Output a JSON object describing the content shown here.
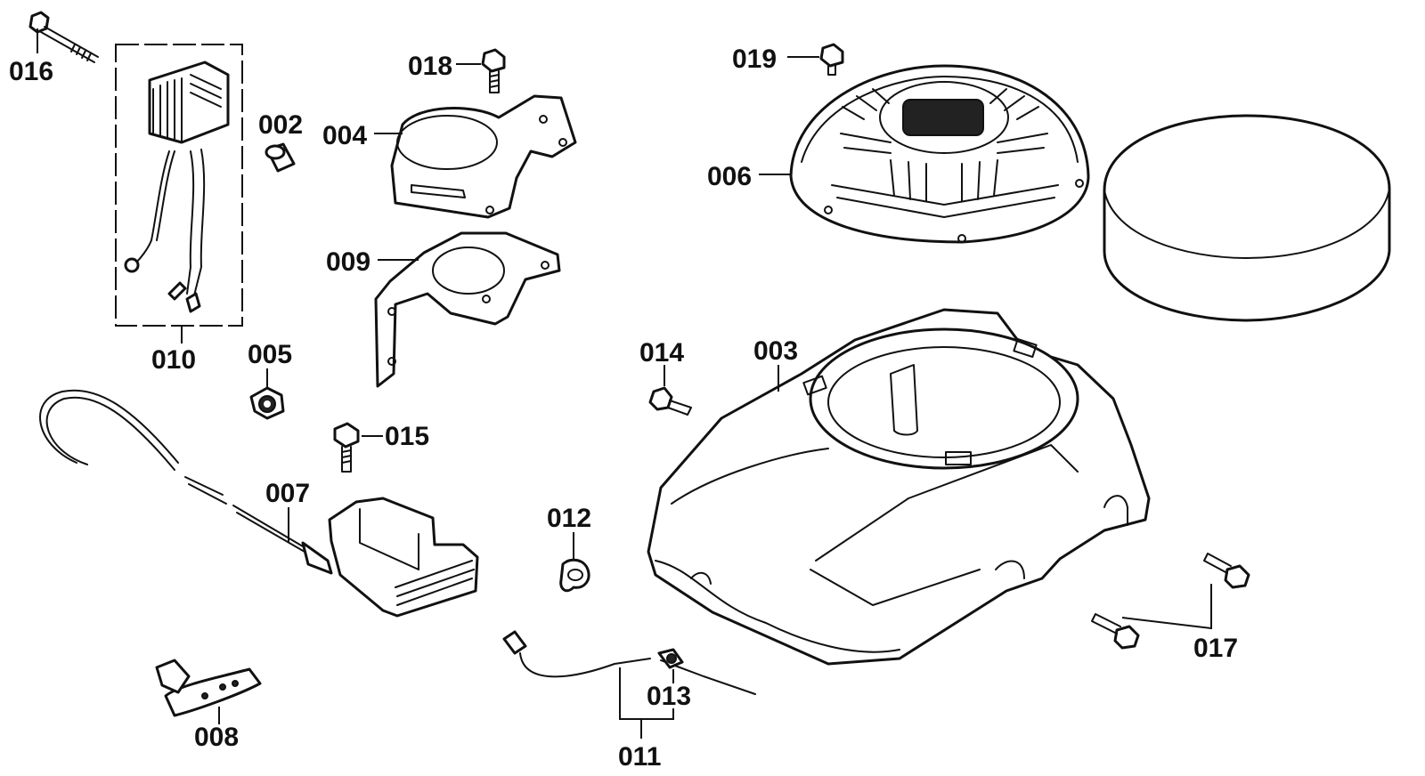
{
  "diagram": {
    "labels": {
      "p002": "002",
      "p003": "003",
      "p004": "004",
      "p005": "005",
      "p006": "006",
      "p007": "007",
      "p008": "008",
      "p009": "009",
      "p010": "010",
      "p011": "011",
      "p012": "012",
      "p013": "013",
      "p014": "014",
      "p015": "015",
      "p016": "016",
      "p017": "017",
      "p018": "018",
      "p019": "019"
    }
  }
}
